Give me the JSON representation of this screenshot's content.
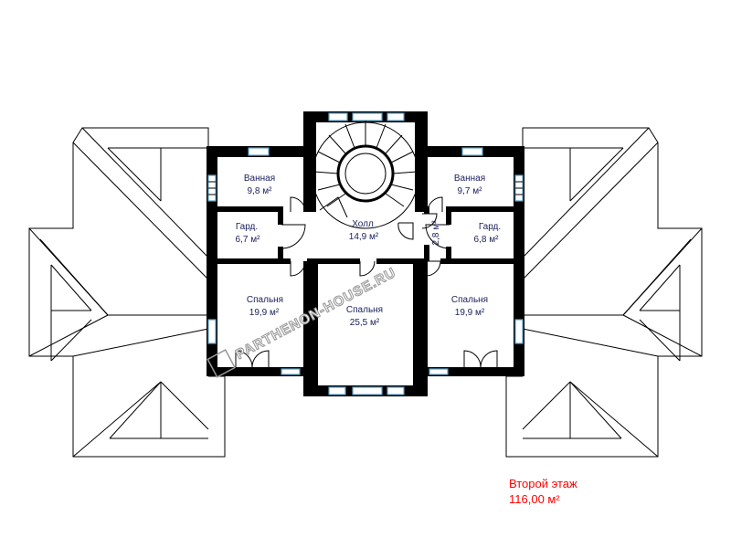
{
  "rooms": {
    "bath_left": {
      "name": "Ванная",
      "area": "9,8 м²"
    },
    "bath_right": {
      "name": "Ванная",
      "area": "9,7 м²"
    },
    "ward_left": {
      "name": "Гард.",
      "area": "6,7 м²"
    },
    "ward_right": {
      "name": "Гард.",
      "area": "6,8 м²"
    },
    "hall": {
      "name": "Холл",
      "area": "14,9 м²"
    },
    "closet": {
      "area": "2,8 м²"
    },
    "bed_left": {
      "name": "Спальня",
      "area": "19,9 м²"
    },
    "bed_center": {
      "name": "Спальня",
      "area": "25,5 м²"
    },
    "bed_right": {
      "name": "Спальня",
      "area": "19,9 м²"
    }
  },
  "watermark": "PARTHENON-HOUSE.RU",
  "caption": {
    "floor": "Второй этаж",
    "total_area": "116,00 м²"
  },
  "colors": {
    "wall": "#000000",
    "window": "#5aa0c8",
    "label": "#1a1f5a",
    "caption": "#ff0000",
    "watermark": "#9a9a9a"
  }
}
